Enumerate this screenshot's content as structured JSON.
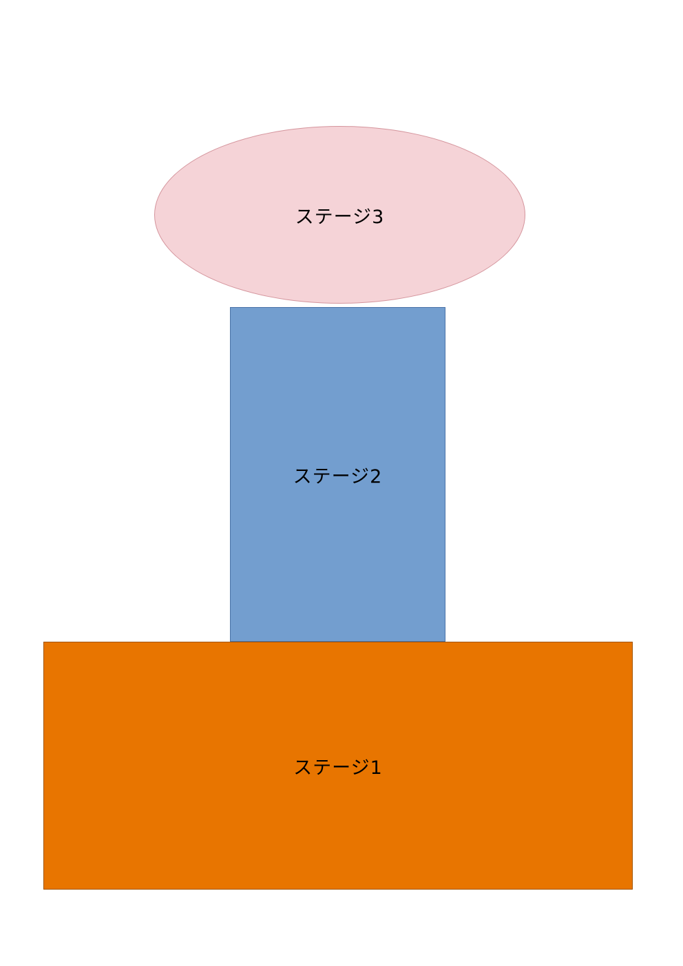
{
  "stages": {
    "stage3": {
      "label": "ステージ3",
      "color": "#f5d3d7"
    },
    "stage2": {
      "label": "ステージ2",
      "color": "#739ecf"
    },
    "stage1": {
      "label": "ステージ1",
      "color": "#e87500"
    }
  }
}
